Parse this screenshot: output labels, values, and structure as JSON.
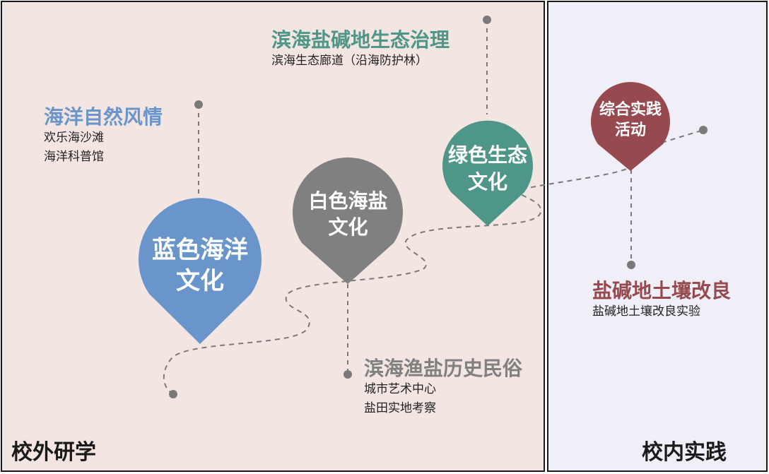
{
  "sections": {
    "outside": "校外研学",
    "inside": "校内实践"
  },
  "pins": {
    "blue": {
      "line1": "蓝色海洋",
      "line2": "文化",
      "color": "#6a95cb"
    },
    "gray": {
      "line1": "白色海盐",
      "line2": "文化",
      "color": "#808080"
    },
    "green": {
      "line1": "绿色生态",
      "line2": "文化",
      "color": "#4e9688"
    },
    "red": {
      "line1": "综合实践",
      "line2": "活动",
      "color": "#964a4f"
    }
  },
  "callouts": {
    "ocean": {
      "title": "海洋自然风情",
      "items": [
        "欢乐海沙滩",
        "海洋科普馆"
      ],
      "color": "#6a95cb"
    },
    "ecology": {
      "title": "滨海盐碱地生态治理",
      "items": [
        "滨海生态廊道（沿海防护林）"
      ],
      "color": "#4e9688"
    },
    "salt": {
      "title": "滨海渔盐历史民俗",
      "items": [
        "城市艺术中心",
        "盐田实地考察"
      ],
      "color": "#808080"
    },
    "soil": {
      "title": "盐碱地土壤改良",
      "items": [
        "盐碱地土壤改良实验"
      ],
      "color": "#964a4f"
    }
  }
}
